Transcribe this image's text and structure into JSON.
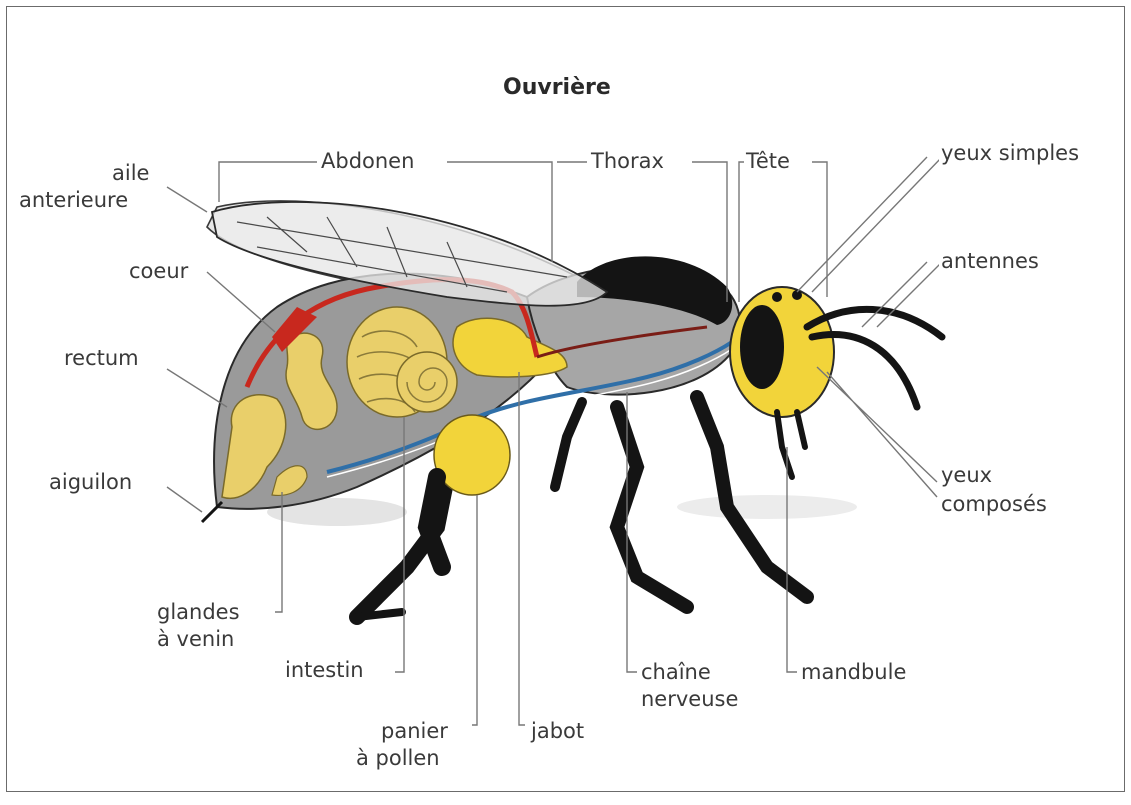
{
  "title": "Ouvrière",
  "labels": {
    "aile_anterieure_1": "aile",
    "aile_anterieure_2": "anterieure",
    "coeur": "coeur",
    "rectum": "rectum",
    "aiguilon": "aiguilon",
    "glandes_1": "glandes",
    "glandes_2": "à venin",
    "intestin": "intestin",
    "panier_1": "panier",
    "panier_2": "à pollen",
    "jabot": "jabot",
    "chaine_1": "chaîne",
    "chaine_2": "nerveuse",
    "mandbule": "mandbule",
    "yeux_composes_1": "yeux",
    "yeux_composes_2": "composés",
    "antennes": "antennes",
    "yeux_simples": "yeux simples",
    "abdomen": "Abdonen",
    "thorax": "Thorax",
    "tete": "Tête"
  },
  "colors": {
    "body_gray": "#9a9a9a",
    "black": "#141414",
    "yellow": "#f2d43a",
    "gut_yellow": "#e9cf6a",
    "heart_red": "#c8281e",
    "nerve_blue": "#2f6fa8",
    "wing": "#e6e6e6",
    "line": "#777777"
  }
}
